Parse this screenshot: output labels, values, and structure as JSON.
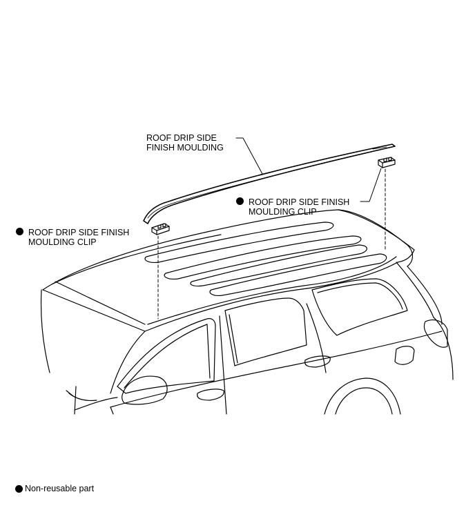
{
  "labels": {
    "moulding": {
      "line1": "ROOF DRIP SIDE",
      "line2": "FINISH MOULDING"
    },
    "clip_right": {
      "line1": "ROOF DRIP SIDE FINISH",
      "line2": "MOULDING CLIP"
    },
    "clip_left": {
      "line1": "ROOF DRIP SIDE FINISH",
      "line2": "MOULDING CLIP"
    }
  },
  "legend": {
    "text": "Non-reusable part"
  },
  "colors": {
    "ink": "#000000",
    "background": "#ffffff"
  }
}
